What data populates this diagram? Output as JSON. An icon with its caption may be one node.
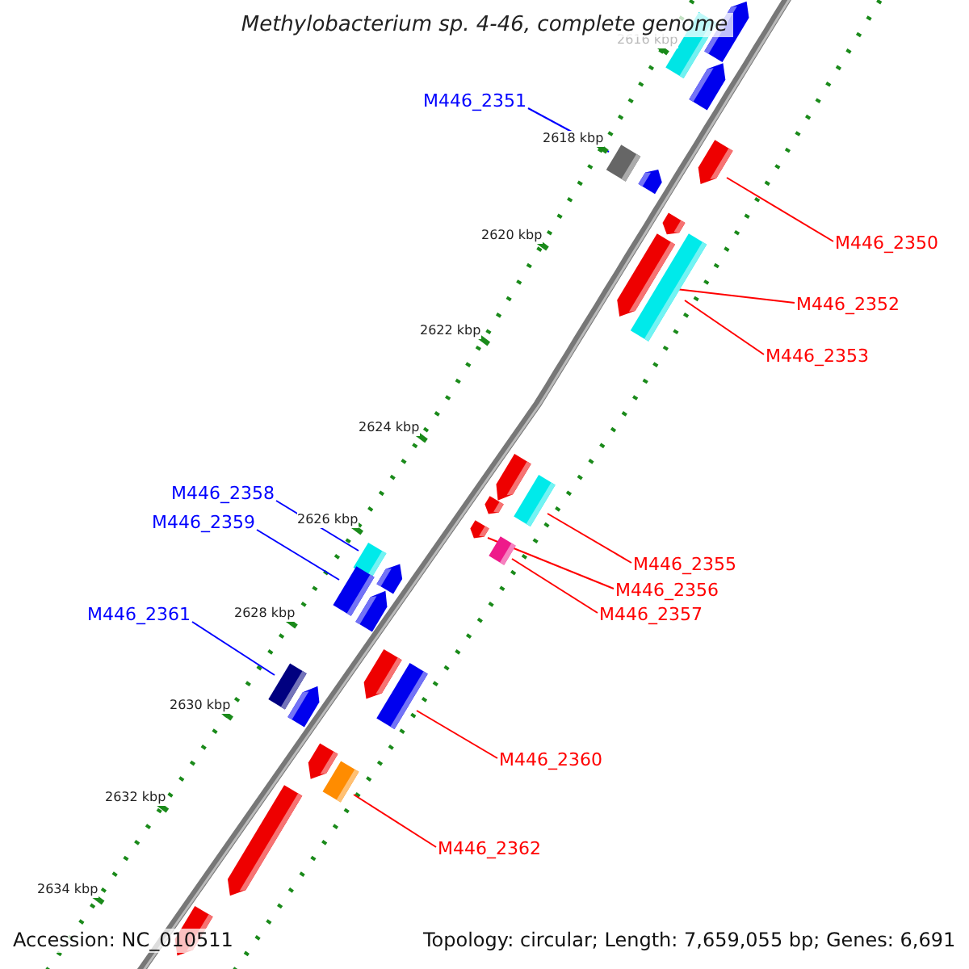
{
  "diagram": {
    "title": "Methylobacterium sp. 4-46, complete genome",
    "nodes": [
      {
        "text": [
          "M446_2351"
        ]
      },
      {
        "text": [],
        "shape": "box"
      },
      {
        "text": [
          "M446_2350"
        ]
      },
      {
        "text": [],
        "shape": "arrow"
      },
      {
        "text": [
          "M446_2352"
        ]
      },
      {
        "text": [],
        "shape": "arrow"
      },
      {
        "text": [
          "M446_2353"
        ]
      },
      {
        "text": [],
        "shape": "box"
      },
      {
        "text": [
          "M446_2358"
        ]
      },
      {
        "text": [],
        "shape": "box"
      },
      {
        "text": [
          "M446_2359"
        ]
      },
      {
        "text": [],
        "shape": "box"
      },
      {
        "text": [
          "M446_2355"
        ]
      },
      {
        "text": [],
        "shape": "box"
      },
      {
        "text": [
          "M446_2356"
        ]
      },
      {
        "text": [],
        "shape": "arrow"
      },
      {
        "text": [
          "M446_2357"
        ]
      },
      {
        "text": [],
        "shape": "box"
      },
      {
        "text": [
          "M446_2361"
        ]
      },
      {
        "text": [],
        "shape": "box"
      },
      {
        "text": [
          "M446_2360"
        ]
      },
      {
        "text": [],
        "shape": "box"
      },
      {
        "text": [
          "M446_2362"
        ]
      },
      {
        "text": [],
        "shape": "box"
      },
      {
        "text": [],
        "shape": "arrow"
      },
      {
        "text": [],
        "shape": "box"
      },
      {
        "text": [],
        "shape": "arrow"
      },
      {
        "text": [],
        "shape": "arrow"
      },
      {
        "text": [],
        "shape": "arrow"
      },
      {
        "text": [],
        "shape": "arrow"
      },
      {
        "text": [],
        "shape": "arrow"
      },
      {
        "text": [],
        "shape": "arrow"
      },
      {
        "text": [],
        "shape": "arrow"
      },
      {
        "text": [],
        "shape": "arrow"
      },
      {
        "text": [],
        "shape": "arrow"
      },
      {
        "text": [],
        "shape": "arrow"
      },
      {
        "text": [],
        "shape": "arrow"
      },
      {
        "text": [],
        "shape": "arrow"
      }
    ],
    "edges": [
      {
        "from": 0,
        "to": 1,
        "arrow": "none",
        "color": "#0000ff"
      },
      {
        "from": 2,
        "to": 3,
        "arrow": "none"
      },
      {
        "from": 4,
        "to": 5,
        "arrow": "none"
      },
      {
        "from": 6,
        "to": 7,
        "arrow": "none"
      },
      {
        "from": 8,
        "to": 9,
        "arrow": "none",
        "color": "#0000ff"
      },
      {
        "from": 10,
        "to": 11,
        "arrow": "none",
        "color": "#0000ff"
      },
      {
        "from": 12,
        "to": 13,
        "arrow": "none"
      },
      {
        "from": 14,
        "to": 15,
        "arrow": "none"
      },
      {
        "from": 16,
        "to": 17,
        "arrow": "none"
      },
      {
        "from": 18,
        "to": 19,
        "arrow": "none",
        "color": "#0000ff"
      },
      {
        "from": 20,
        "to": 21,
        "arrow": "none"
      },
      {
        "from": 22,
        "to": 23,
        "arrow": "none"
      }
    ],
    "labels": [
      "2616 kbp",
      "2618 kbp",
      "2620 kbp",
      "2622 kbp",
      "2624 kbp",
      "2626 kbp",
      "2628 kbp",
      "2630 kbp",
      "2632 kbp",
      "2634 kbp",
      "Accession: NC_010511",
      "Topology: circular; Length: 7,659,055 bp; Genes: 6,691"
    ]
  }
}
